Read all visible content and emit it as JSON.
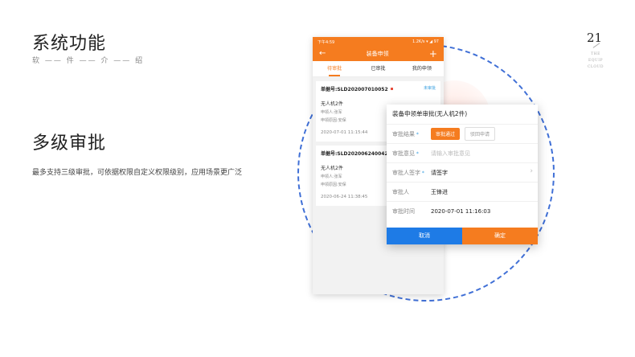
{
  "slide": {
    "title": "系统功能",
    "subtitle": "软 —— 件 —— 介 —— 绍",
    "section_heading": "多级审批",
    "section_desc": "最多支持三级审批，可依据权限自定义权限级别，应用场景更广泛",
    "page_number": "21",
    "brand_text": "THE EQUIP CLOUD"
  },
  "phone": {
    "status_time": "下午4:59",
    "status_right": "1.2K/s ▾ ◢ 97",
    "nav_title": "装备申领",
    "tabs": [
      "待审批",
      "已审批",
      "我的申领"
    ],
    "cards": [
      {
        "order": "单据号:SLD202007010052",
        "status": "未审批",
        "item": "无人机2件",
        "applicant": "申领人:张军",
        "reason": "申领原因:安保",
        "time": "2020-07-01 11:15:44"
      },
      {
        "order": "单据号:SLD202006240042",
        "status": "",
        "item": "无人机2件",
        "applicant": "申领人:张军",
        "reason": "申领原因:安保",
        "time": "2020-06-24 11:38:45"
      }
    ]
  },
  "dialog": {
    "title": "装备申领单审批(无人机2件)",
    "result_label": "审批结果",
    "result_pass": "审批通过",
    "result_reject": "驳回申请",
    "opinion_label": "审批意见",
    "opinion_placeholder": "请输入审批意见",
    "signature_label": "审批人签字",
    "signature_value": "请签字",
    "approver_label": "审批人",
    "approver_value": "王锋进",
    "time_label": "审批时间",
    "time_value": "2020-07-01 11:16:03",
    "cancel": "取消",
    "confirm": "确定"
  },
  "colors": {
    "accent": "#f57c1f",
    "cancel_button": "#1e7be6",
    "circle": "#3f6fd6"
  }
}
